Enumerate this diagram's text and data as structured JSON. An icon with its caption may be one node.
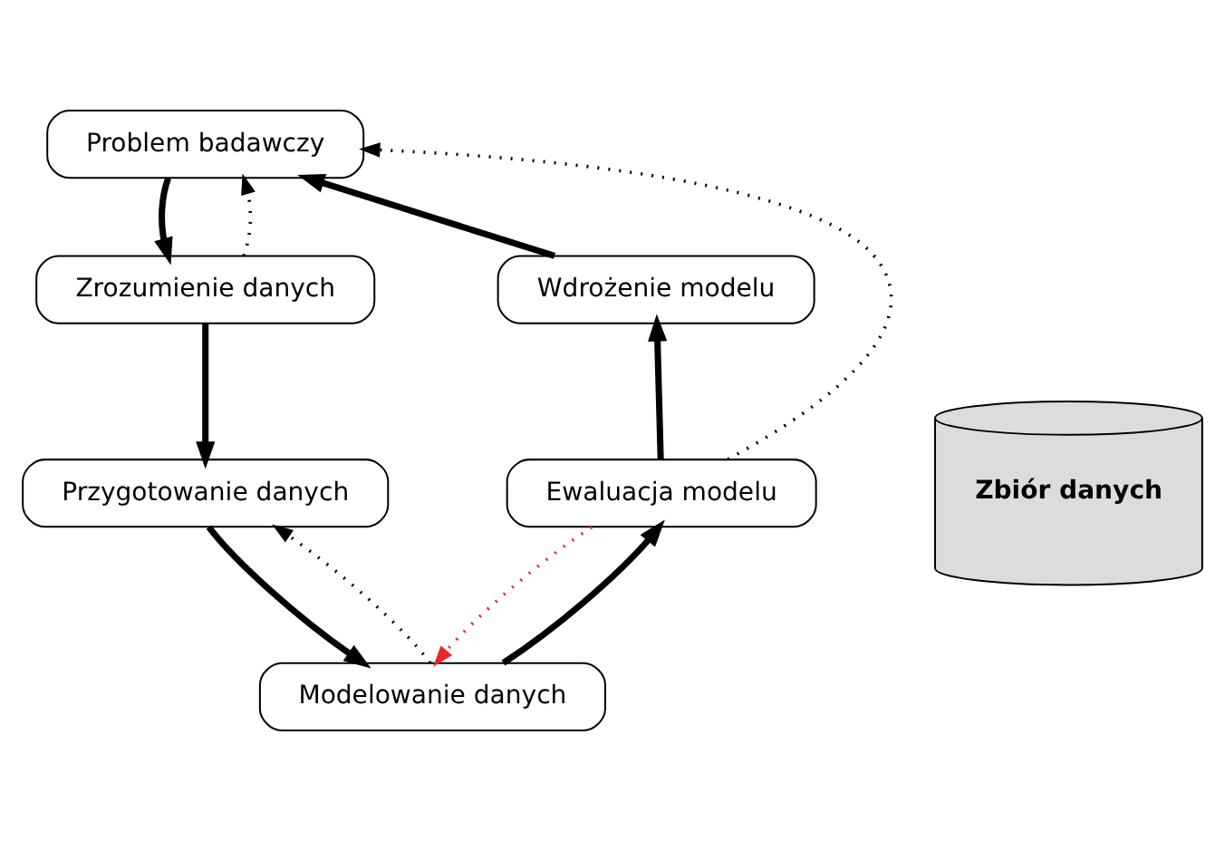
{
  "diagram": {
    "nodes": [
      {
        "text": [
          "Problem badawczy"
        ]
      },
      {
        "text": [
          "Zrozumienie danych"
        ]
      },
      {
        "text": [
          "Przygotowanie danych"
        ]
      },
      {
        "text": [
          "Modelowanie danych"
        ]
      },
      {
        "text": [
          "Ewaluacja modelu"
        ]
      },
      {
        "text": [
          "Wdrożenie modelu"
        ]
      },
      {
        "text": [
          "Zbiór danych"
        ]
      }
    ],
    "edges": [
      {
        "from": 0,
        "to": 1,
        "arrow": "to"
      },
      {
        "from": 1,
        "to": 0,
        "arrow": "to",
        "style": "dashed"
      },
      {
        "from": 1,
        "to": 2,
        "arrow": "to"
      },
      {
        "from": 2,
        "to": 3,
        "arrow": "to"
      },
      {
        "from": 3,
        "to": 2,
        "arrow": "to",
        "style": "dashed"
      },
      {
        "from": 3,
        "to": 4,
        "arrow": "to"
      },
      {
        "from": 4,
        "to": 3,
        "arrow": "to",
        "style": "dashed",
        "color": "#e8262b"
      },
      {
        "from": 4,
        "to": 5,
        "arrow": "to"
      },
      {
        "from": 4,
        "to": 0,
        "arrow": "to",
        "style": "dashed"
      },
      {
        "from": 5,
        "to": 0,
        "arrow": "to"
      }
    ]
  }
}
